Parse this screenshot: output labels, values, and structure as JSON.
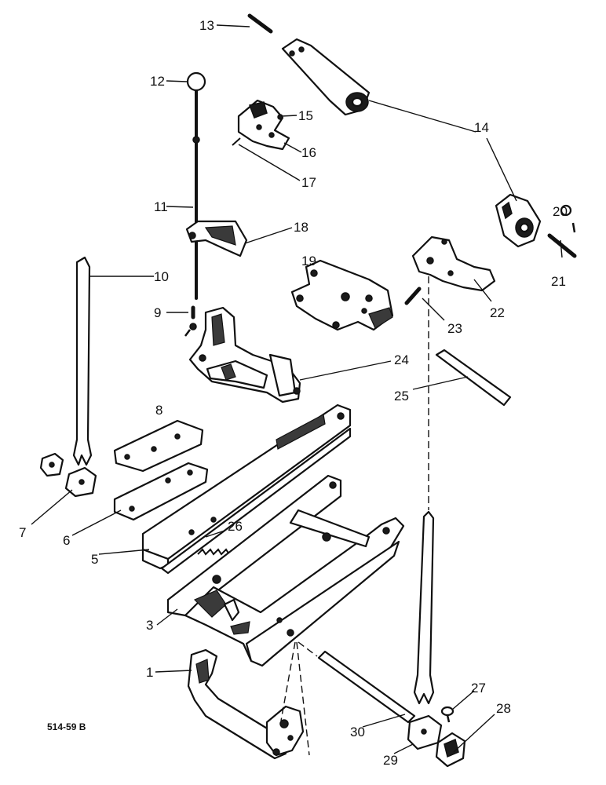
{
  "figure_code": "514-59 B",
  "callouts": [
    {
      "id": "c1",
      "label": "1"
    },
    {
      "id": "c3",
      "label": "3"
    },
    {
      "id": "c5",
      "label": "5"
    },
    {
      "id": "c6",
      "label": "6"
    },
    {
      "id": "c7",
      "label": "7"
    },
    {
      "id": "c8",
      "label": "8"
    },
    {
      "id": "c9",
      "label": "9"
    },
    {
      "id": "c10",
      "label": "10"
    },
    {
      "id": "c11",
      "label": "11"
    },
    {
      "id": "c12",
      "label": "12"
    },
    {
      "id": "c13",
      "label": "13"
    },
    {
      "id": "c14",
      "label": "14"
    },
    {
      "id": "c15",
      "label": "15"
    },
    {
      "id": "c16",
      "label": "16"
    },
    {
      "id": "c17",
      "label": "17"
    },
    {
      "id": "c18",
      "label": "18"
    },
    {
      "id": "c19",
      "label": "19"
    },
    {
      "id": "c20",
      "label": "20"
    },
    {
      "id": "c21",
      "label": "21"
    },
    {
      "id": "c22",
      "label": "22"
    },
    {
      "id": "c23",
      "label": "23"
    },
    {
      "id": "c24",
      "label": "24"
    },
    {
      "id": "c25",
      "label": "25"
    },
    {
      "id": "c26",
      "label": "26"
    },
    {
      "id": "c27",
      "label": "27"
    },
    {
      "id": "c28",
      "label": "28"
    },
    {
      "id": "c29",
      "label": "29"
    },
    {
      "id": "c30",
      "label": "30"
    }
  ]
}
